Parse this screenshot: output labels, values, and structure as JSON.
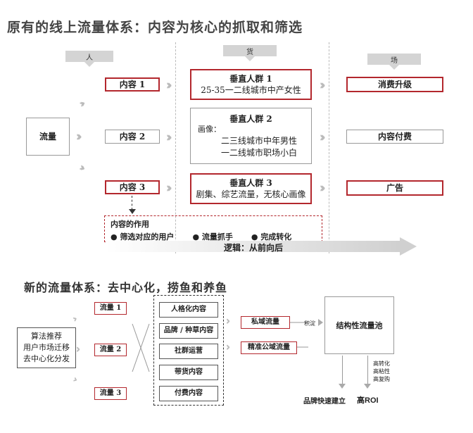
{
  "old": {
    "title": "原有的线上流量体系：内容为核心的抓取和筛选",
    "headers": {
      "people": "人",
      "goods": "货",
      "place": "场"
    },
    "traffic": "流量",
    "contents": [
      "内容 1",
      "内容 2",
      "内容 3"
    ],
    "groups": [
      {
        "title": "垂直人群 1",
        "lines": [
          "25-35一二线城市中产女性"
        ]
      },
      {
        "title": "垂直人群 2",
        "lines": [
          "画像：",
          "二三线城市中年男性",
          "一二线城市职场小白"
        ]
      },
      {
        "title": "垂直人群 3",
        "lines": [
          "剧集、综艺流量，无核心画像"
        ]
      }
    ],
    "results": [
      "消费升级",
      "内容付费",
      "广告"
    ],
    "role": {
      "title": "内容的作用",
      "items": [
        "筛选对应的用户",
        "流量抓手",
        "完成转化"
      ]
    },
    "logic": "逻辑：从前向后"
  },
  "new": {
    "title": "新的流量体系：去中心化，捞鱼和养鱼",
    "source_lines": [
      "算法推荐",
      "用户市场迁移",
      "去中心化分发"
    ],
    "flows": [
      "流量 1",
      "流量 2",
      "流量 3"
    ],
    "content_types": [
      "人格化内容",
      "品牌 / 种草内容",
      "社群运营",
      "带货内容",
      "付费内容"
    ],
    "private": "私域流量",
    "public": "精准公域流量",
    "settle": "积淀",
    "pool": "结构性流量池",
    "side_notes": [
      "高转化",
      "高粘性",
      "高复购"
    ],
    "outcomes": [
      "品牌快速建立",
      "高ROI"
    ]
  },
  "colors": {
    "accent": "#b3272d",
    "arrow_gray": "#bbbbbb",
    "header_gray": "#d4d4d4"
  }
}
